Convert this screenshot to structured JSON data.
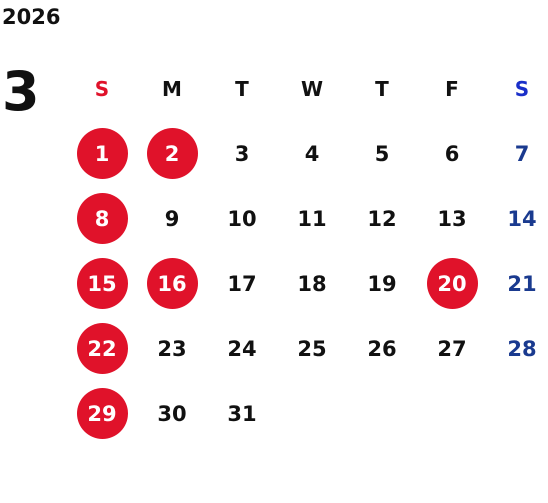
{
  "year": "2026",
  "month": "3",
  "colors": {
    "holiday_circle": "#e0122a",
    "sunday_header": "#e0122a",
    "saturday_header": "#1a2fc9",
    "saturday_date": "#1a3a8f",
    "default_text": "#111111"
  },
  "weekdays": [
    "S",
    "M",
    "T",
    "W",
    "T",
    "F",
    "S"
  ],
  "weeks": [
    [
      {
        "d": "1",
        "h": true
      },
      {
        "d": "2",
        "h": true
      },
      {
        "d": "3"
      },
      {
        "d": "4"
      },
      {
        "d": "5"
      },
      {
        "d": "6"
      },
      {
        "d": "7"
      }
    ],
    [
      {
        "d": "8",
        "h": true
      },
      {
        "d": "9"
      },
      {
        "d": "10"
      },
      {
        "d": "11"
      },
      {
        "d": "12"
      },
      {
        "d": "13"
      },
      {
        "d": "14"
      }
    ],
    [
      {
        "d": "15",
        "h": true
      },
      {
        "d": "16",
        "h": true
      },
      {
        "d": "17"
      },
      {
        "d": "18"
      },
      {
        "d": "19"
      },
      {
        "d": "20",
        "h": true
      },
      {
        "d": "21"
      }
    ],
    [
      {
        "d": "22",
        "h": true
      },
      {
        "d": "23"
      },
      {
        "d": "24"
      },
      {
        "d": "25"
      },
      {
        "d": "26"
      },
      {
        "d": "27"
      },
      {
        "d": "28"
      }
    ],
    [
      {
        "d": "29",
        "h": true
      },
      {
        "d": "30"
      },
      {
        "d": "31"
      },
      {
        "d": ""
      },
      {
        "d": ""
      },
      {
        "d": ""
      },
      {
        "d": ""
      }
    ]
  ]
}
